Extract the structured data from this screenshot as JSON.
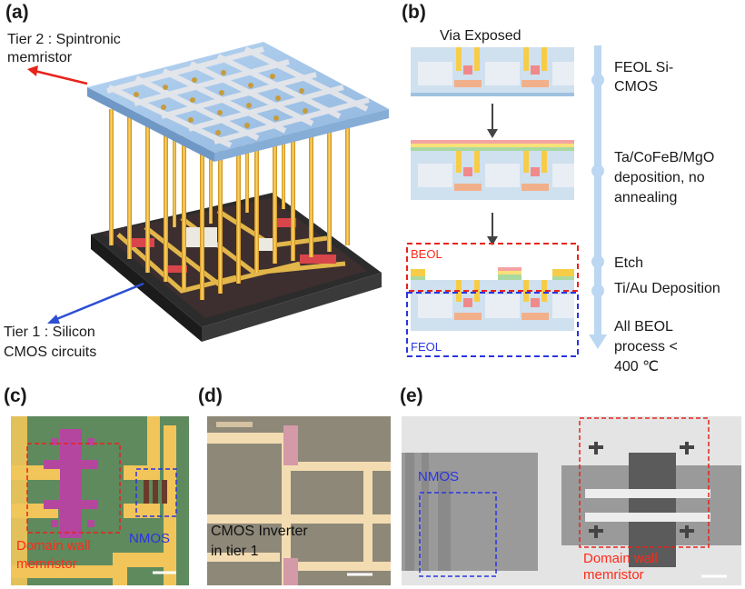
{
  "panels": {
    "a": {
      "label": "(a)",
      "tier2_line1": "Tier 2 : Spintronic",
      "tier2_line2": "memristor",
      "tier1_line1": "Tier 1 : Silicon",
      "tier1_line2": "CMOS circuits"
    },
    "b": {
      "label": "(b)",
      "via_exposed": "Via Exposed",
      "beol": "BEOL",
      "feol": "FEOL",
      "steps": [
        {
          "line1": "FEOL Si-",
          "line2": "CMOS",
          "line3": ""
        },
        {
          "line1": "Ta/CoFeB/MgO",
          "line2": "deposition, no",
          "line3": "annealing"
        },
        {
          "line1": "Etch",
          "line2": "",
          "line3": ""
        },
        {
          "line1": "Ti/Au Deposition",
          "line2": "",
          "line3": ""
        },
        {
          "line1": "All BEOL",
          "line2": "process <",
          "line3": "400 ℃"
        }
      ]
    },
    "c": {
      "label": "(c)",
      "nmos": "NMOS",
      "dw_line1": "Domain wall",
      "dw_line2": "memristor"
    },
    "d": {
      "label": "(d)",
      "inv_line1": "CMOS Inverter",
      "inv_line2": "in tier 1"
    },
    "e": {
      "label": "(e)",
      "nmos": "NMOS",
      "dw_line1": "Domain wall",
      "dw_line2": "memristor"
    }
  },
  "colors": {
    "red_text": "#ff2a1a",
    "blue_text": "#2a35e0",
    "arrow_red": "#e8231b",
    "arrow_blue": "#2d4fd4",
    "timeline": "#bcd7f1",
    "microscope_green": "#5f8a5e",
    "gold_trace": "#f1c55a",
    "memristor_magenta": "#b5469f"
  }
}
